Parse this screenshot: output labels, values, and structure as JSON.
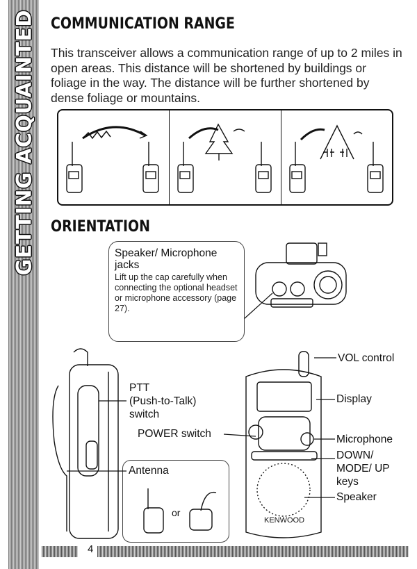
{
  "side_banner": {
    "title": "GETTING ACQUAINTED"
  },
  "communication_range": {
    "heading": "COMMUNICATION RANGE",
    "paragraph": "This transceiver allows a communication range of up to 2 miles in open areas.  This distance will be shortened by buildings or foliage in the way.  The distance will be further shortened by dense foliage or mountains."
  },
  "orientation": {
    "heading": "ORIENTATION",
    "callout": {
      "title": "Speaker/ Microphone jacks",
      "text": "Lift up the cap carefully when connecting the optional headset or microphone accessory (page 27)."
    },
    "labels": {
      "ptt": "PTT",
      "ptt_sub": "(Push-to-Talk)",
      "ptt_switch": "switch",
      "power": "POWER switch",
      "antenna": "Antenna",
      "or": "or",
      "vol": "VOL control",
      "display": "Display",
      "microphone": "Microphone",
      "keys_1": "DOWN/",
      "keys_2": "MODE/ UP",
      "keys_3": "keys",
      "speaker": "Speaker",
      "brand": "KENWOOD"
    }
  },
  "footer": {
    "page_number": "4"
  }
}
